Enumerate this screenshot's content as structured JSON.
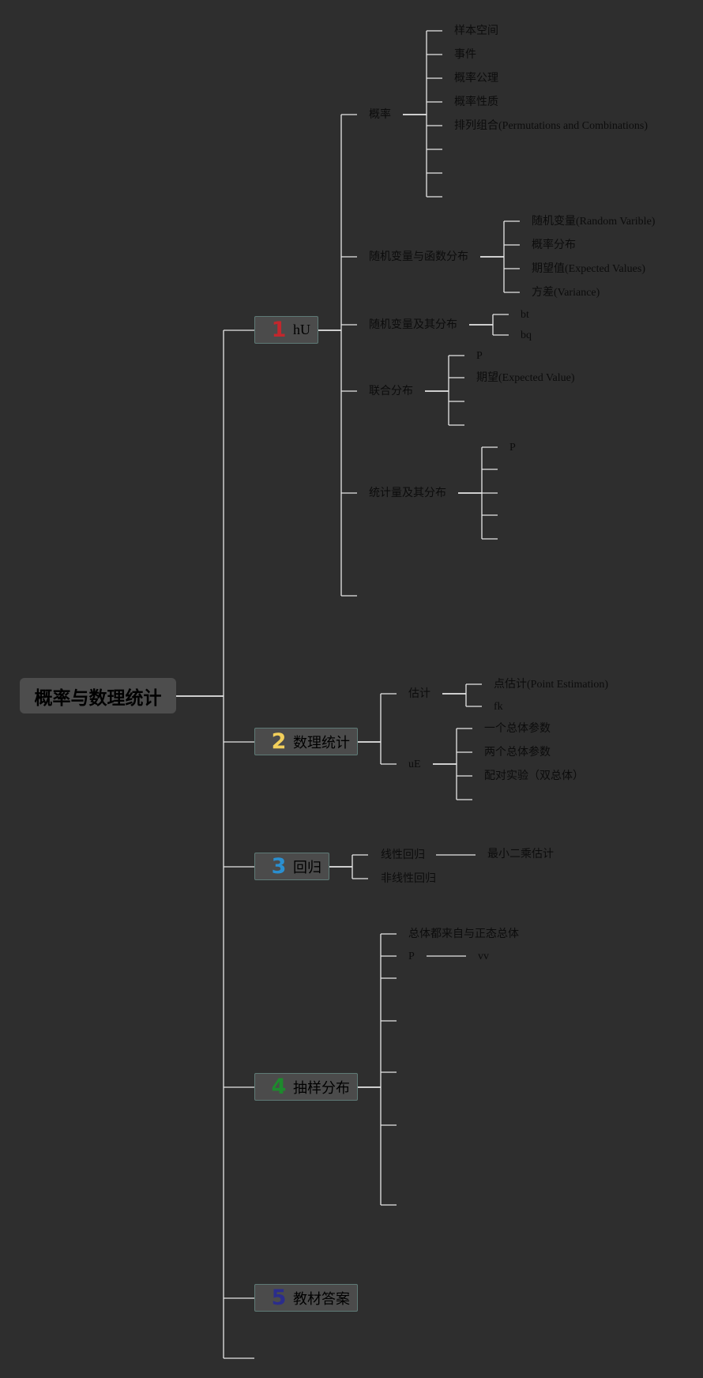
{
  "root": "概率与数理统计",
  "branches": [
    {
      "num": "1",
      "num_color": "#c1272d",
      "label": "hU",
      "children": [
        {
          "label": "概率",
          "children": [
            "样本空间",
            "事件",
            "概率公理",
            "概率性质",
            "排列组合(Permutations and Combinations)",
            "",
            "",
            ""
          ]
        },
        {
          "label": "随机变量与函数分布",
          "children": [
            "随机变量(Random Varible)",
            "概率分布",
            "期望值(Expected Values)",
            "方差(Variance)"
          ]
        },
        {
          "label": "随机变量及其分布",
          "children": [
            "bt",
            "bq"
          ]
        },
        {
          "label": "联合分布",
          "children": [
            "P",
            "期望(Expected Value)",
            "",
            ""
          ]
        },
        {
          "label": "统计量及其分布",
          "children": [
            "P",
            "",
            "",
            "",
            ""
          ]
        },
        {
          "label": "",
          "children": []
        }
      ]
    },
    {
      "num": "2",
      "num_color": "#f2cf5b",
      "label": "数理统计",
      "children": [
        {
          "label": "估计",
          "children": [
            "点估计(Point Estimation)",
            "fk"
          ]
        },
        {
          "label": "uE",
          "children": [
            "一个总体参数",
            "两个总体参数",
            "配对实验（双总体）",
            ""
          ]
        }
      ]
    },
    {
      "num": "3",
      "num_color": "#2a8fd0",
      "label": "回归",
      "children": [
        {
          "label": "线性回归",
          "children": [
            "最小二乘估计"
          ]
        },
        {
          "label": "非线性回归",
          "children": []
        }
      ]
    },
    {
      "num": "4",
      "num_color": "#1d8a2d",
      "label": "抽样分布",
      "children": [
        {
          "label": "总体都来自与正态总体",
          "children": []
        },
        {
          "label": "P",
          "children": [
            "vv"
          ]
        },
        {
          "label": "",
          "children": []
        },
        {
          "label": "",
          "children": []
        },
        {
          "label": "",
          "children": []
        },
        {
          "label": "",
          "children": []
        },
        {
          "label": "",
          "children": []
        }
      ]
    },
    {
      "num": "5",
      "num_color": "#2b2d8c",
      "label": "教材答案",
      "children": []
    },
    {
      "num": "",
      "num_color": "",
      "label": "",
      "children": []
    }
  ]
}
